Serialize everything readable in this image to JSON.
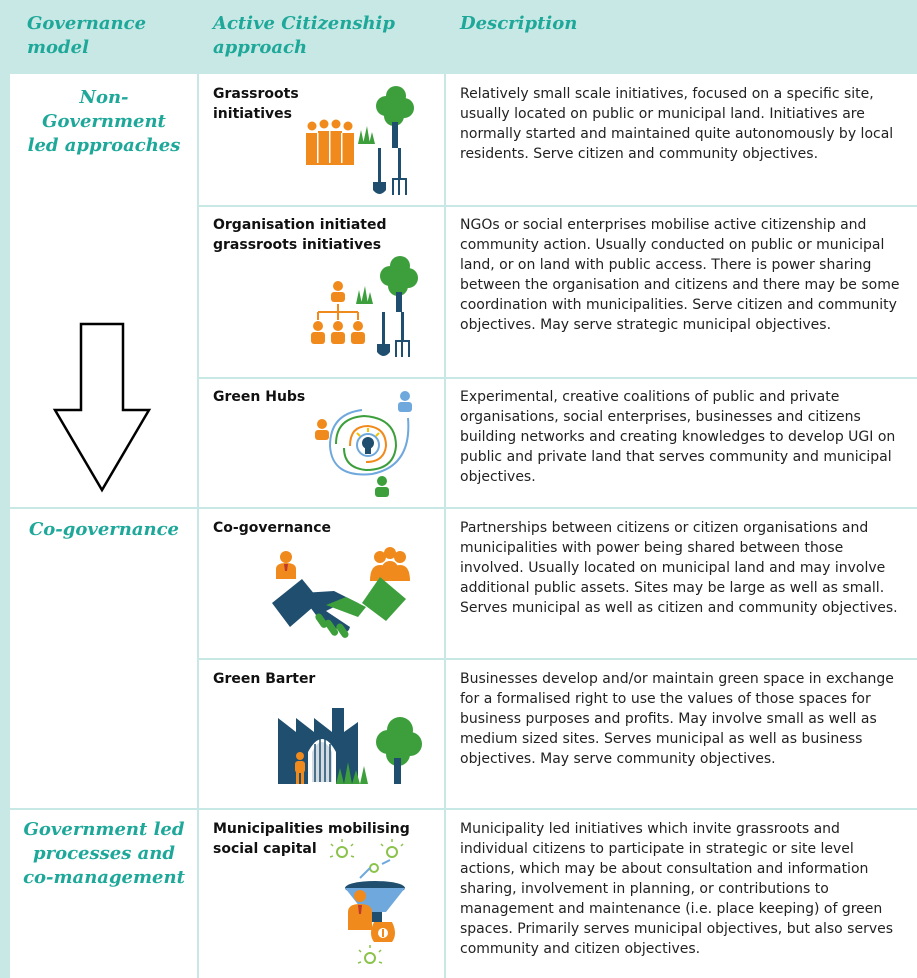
{
  "header": {
    "col1": [
      "Governance",
      "model"
    ],
    "col2": [
      "Active Citizenship",
      "approach"
    ],
    "col3": "Description"
  },
  "governance": {
    "non_government": [
      "Non-",
      "Government",
      "led approaches"
    ],
    "co_governance": "Co-governance",
    "government_led": [
      "Government led",
      "processes and",
      "co-management"
    ]
  },
  "rows": [
    {
      "title": [
        "Grassroots",
        "initiatives"
      ],
      "icon": "grassroots-people-tree-tools-icon",
      "description": "Relatively small scale initiatives, focused on a specific site, usually located on public or municipal land. Initiatives are normally started and maintained quite autonomously by local residents. Serve citizen and community objectives."
    },
    {
      "title": [
        "Organisation initiated",
        "grassroots initiatives"
      ],
      "icon": "organisation-hierarchy-tree-icon",
      "description": "NGOs or social enterprises mobilise active citizenship and community action. Usually conducted on public or municipal land, or on land with public access. There is power sharing between the organisation and citizens and there may be some coordination with municipalities. Serve citizen and community objectives. May serve strategic municipal objectives."
    },
    {
      "title": [
        "Green Hubs"
      ],
      "icon": "spiral-network-lightbulb-icon",
      "description": "Experimental, creative coalitions of public and private organisations, social enterprises, businesses and citizens building networks and creating knowledges to develop UGI on public and private land that serves community and municipal objectives."
    },
    {
      "title": [
        "Co-governance"
      ],
      "icon": "handshake-icon",
      "description": "Partnerships between citizens or citizen organisations and municipalities with power being shared between those involved. Usually located on municipal land and may involve additional public assets. Sites may be large as well as small. Serves municipal as well as citizen and community objectives."
    },
    {
      "title": [
        "Green Barter"
      ],
      "icon": "factory-tree-icon",
      "description": "Businesses develop and/or maintain green space in exchange for a formalised right to use the values of those spaces for business purposes and profits. May involve small as well as medium sized sites. Serves municipal as well as business objectives. May serve community objectives."
    },
    {
      "title": [
        "Municipalities mobilising",
        "social capital"
      ],
      "icon": "funnel-ideas-money-icon",
      "description": "Municipality led initiatives which invite grassroots and individual citizens to participate in strategic or site level actions, which may be about consultation and information sharing, involvement in planning, or contributions to management and maintenance (i.e. place keeping) of green spaces. Primarily serves municipal objectives, but also serves community and citizen objectives."
    }
  ],
  "colors": {
    "teal": "#1ea89a",
    "band": "#c8e8e5",
    "orange": "#f08a1c",
    "green": "#3c9f3c",
    "navy": "#1f4e6e"
  }
}
